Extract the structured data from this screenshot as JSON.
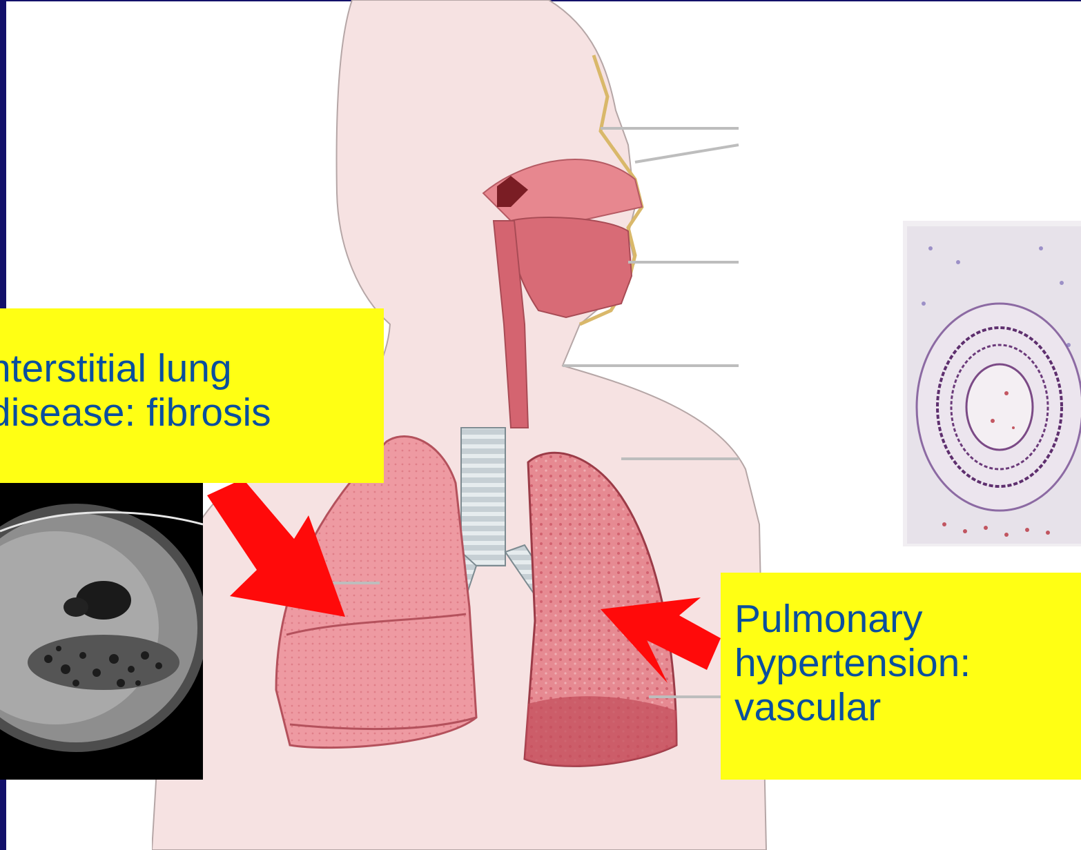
{
  "callouts": {
    "ild": {
      "line1": "nterstitial lung",
      "line2": "disease: fibrosis"
    },
    "ph": {
      "line1": "Pulmonary",
      "line2": "hypertension:",
      "line3": "vascular"
    }
  },
  "colors": {
    "callout_background": "#ffff14",
    "callout_text": "#0a4f9e",
    "arrow": "#ff0a0a",
    "frame": "#12106a",
    "skin": "#f6e2e2",
    "lung": "#e07a84"
  },
  "icons": {
    "ild_arrow": "red-arrow-icon",
    "ph_arrow": "red-arrow-icon"
  }
}
